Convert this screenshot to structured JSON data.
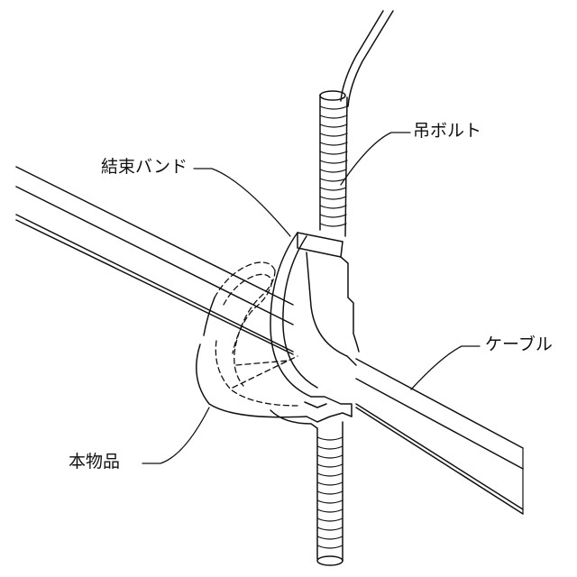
{
  "labels": {
    "hanging_bolt": "吊ボルト",
    "binding_band": "結束バンド",
    "cable": "ケーブル",
    "product": "本物品"
  }
}
